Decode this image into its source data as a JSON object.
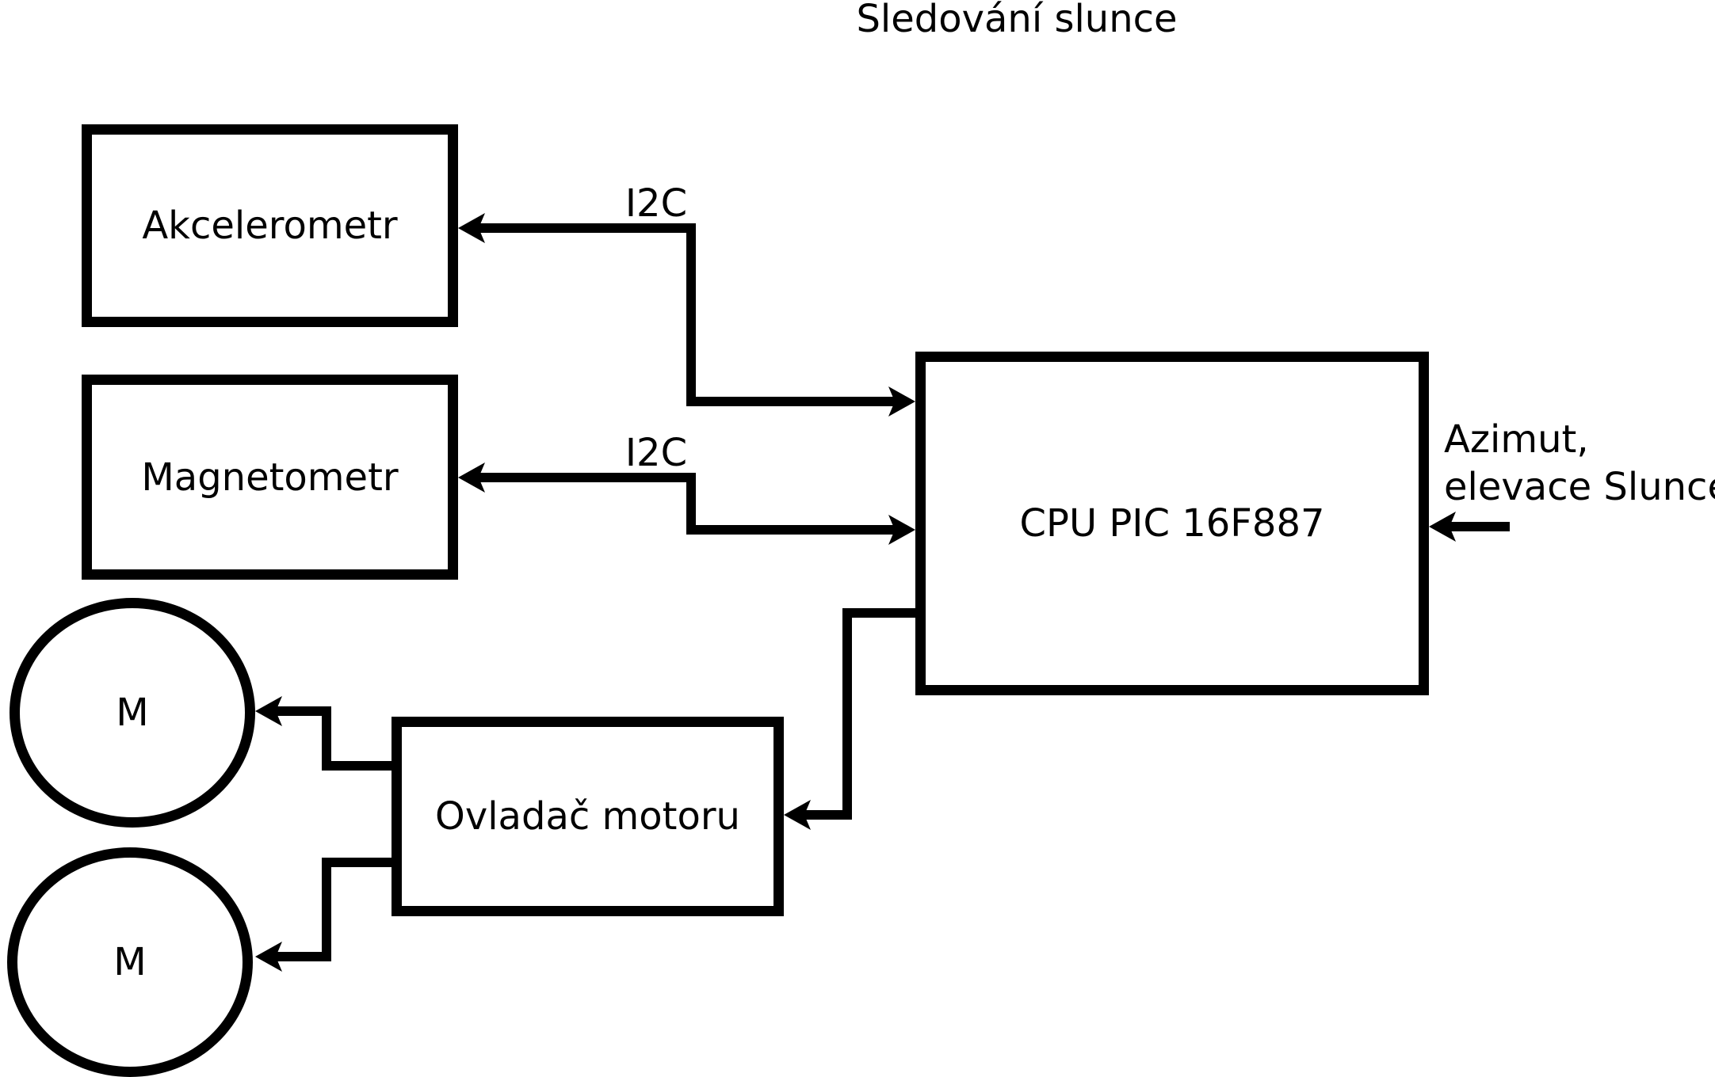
{
  "title": "Sledování slunce",
  "blocks": {
    "akcelerometr": "Akcelerometr",
    "magnetometr": "Magnetometr",
    "cpu": "CPU PIC 16F887",
    "motor_controller": "Ovladač motoru",
    "motor1": "M",
    "motor2": "M"
  },
  "labels": {
    "i2c_akcelerometr": "I2C",
    "i2c_magnetometr": "I2C",
    "cpu_input_line1": "Azimut,",
    "cpu_input_line2": "elevace Slunce"
  },
  "colors": {
    "ink": "#000000",
    "paper": "#ffffff"
  }
}
